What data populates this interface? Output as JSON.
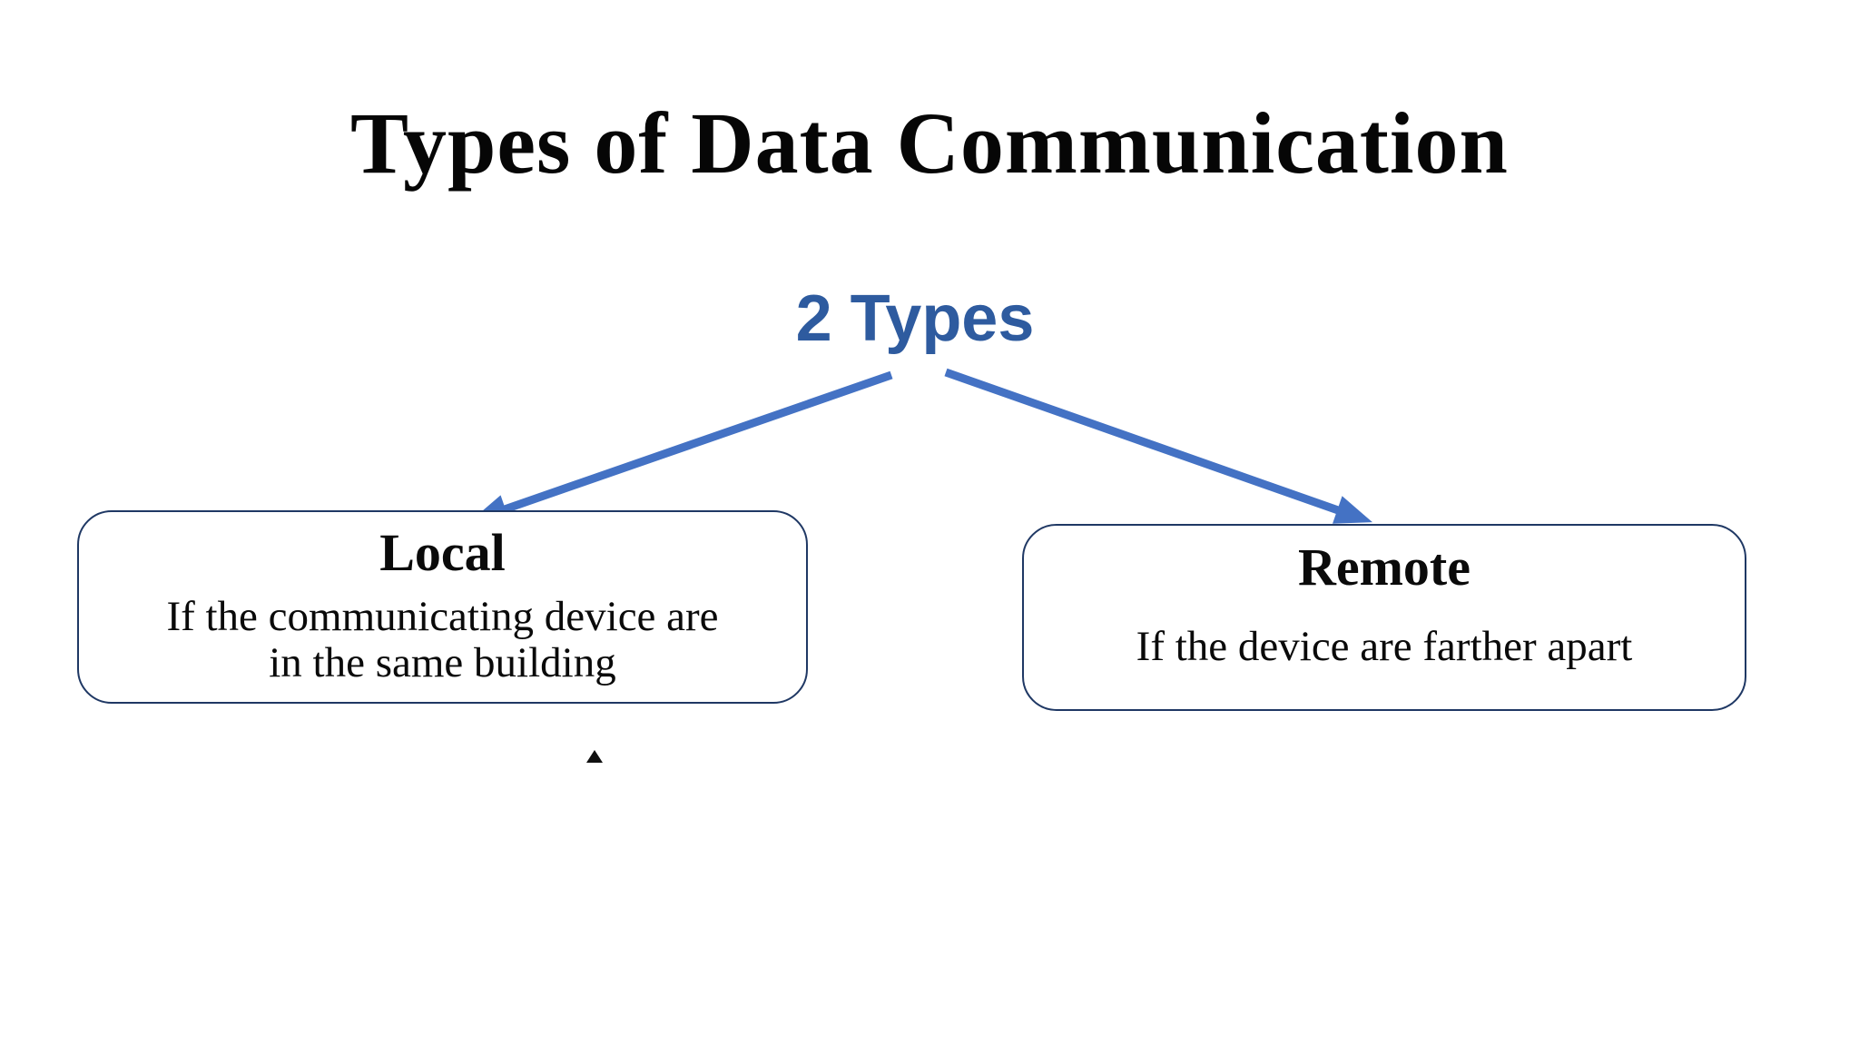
{
  "diagram": {
    "title": "Types of Data Communication",
    "subtitle": "2 Types",
    "nodes": [
      {
        "heading": "Local",
        "lines": [
          "If the communicating device are",
          "in the same building"
        ]
      },
      {
        "heading": "Remote",
        "lines": [
          "If the device are farther apart"
        ]
      }
    ],
    "colors": {
      "arrow_blue": "#4472c4",
      "subtitle_blue": "#2e5b9f",
      "box_border_navy": "#1f3864",
      "text_black": "#0a0a0a",
      "background": "#ffffff"
    }
  }
}
